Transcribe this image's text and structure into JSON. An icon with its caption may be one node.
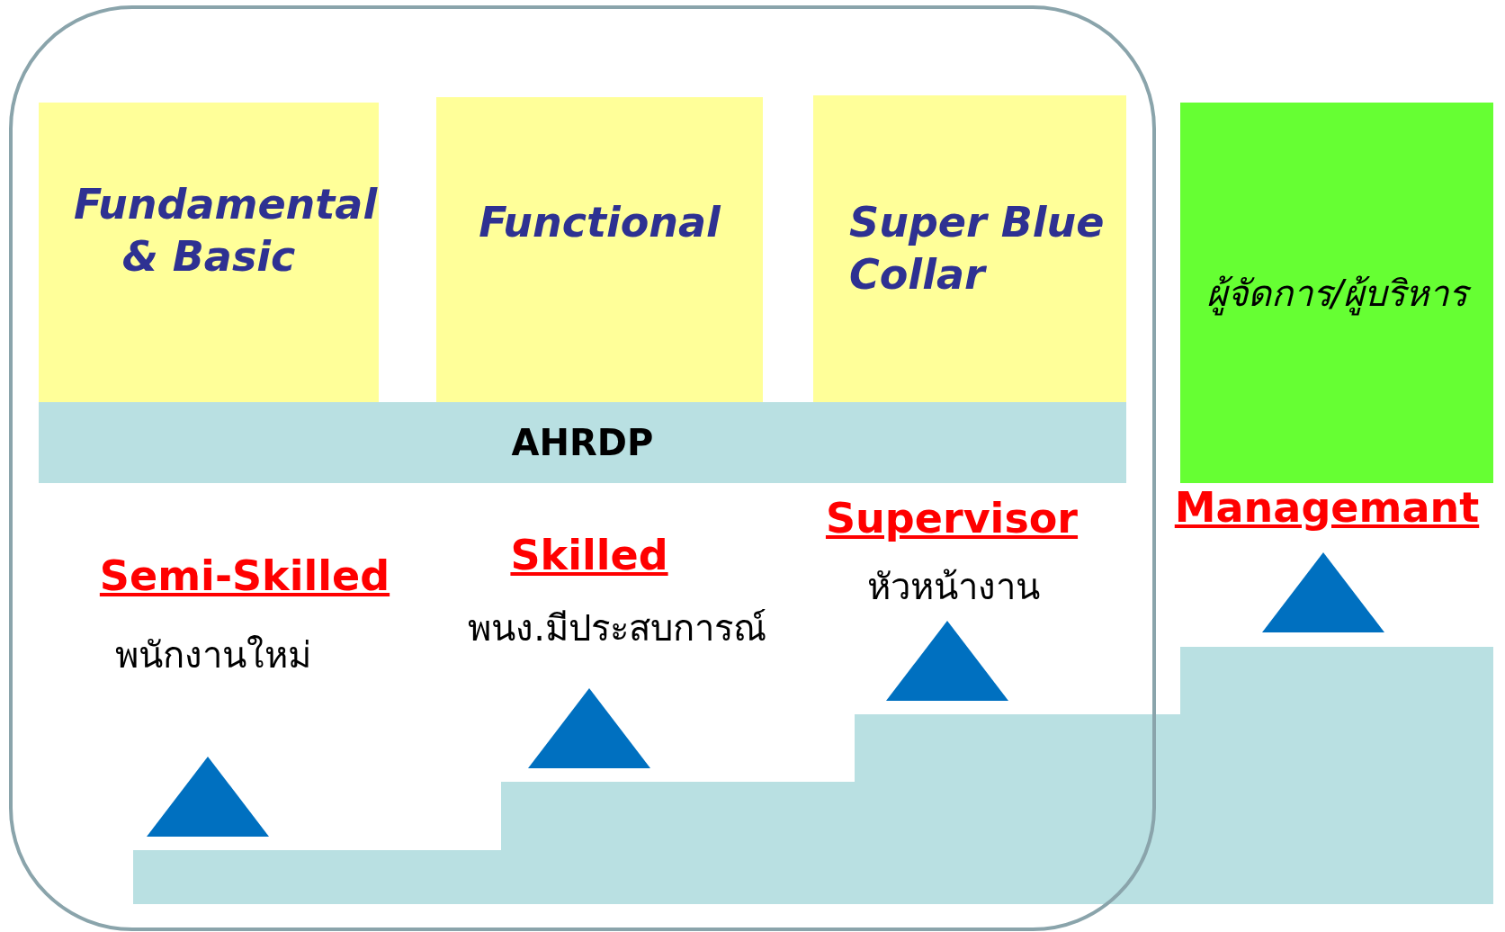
{
  "diagram": {
    "nodes": [
      {
        "text": [
          "Fundamental & Basic"
        ]
      },
      {
        "text": [
          "Functional"
        ]
      },
      {
        "text": [
          "Super Blue Collar"
        ]
      },
      {
        "text": [
          "ผู้จัดการ/ผู้บริหาร"
        ]
      },
      {
        "text": [
          "AHRDP"
        ]
      }
    ],
    "labels": [
      "Supervisor",
      "Managemant",
      "หัวหน้างาน",
      "Skilled",
      "Semi-Skilled",
      "พนง.มีประสบการณ์",
      "พนักงานใหม่"
    ]
  }
}
